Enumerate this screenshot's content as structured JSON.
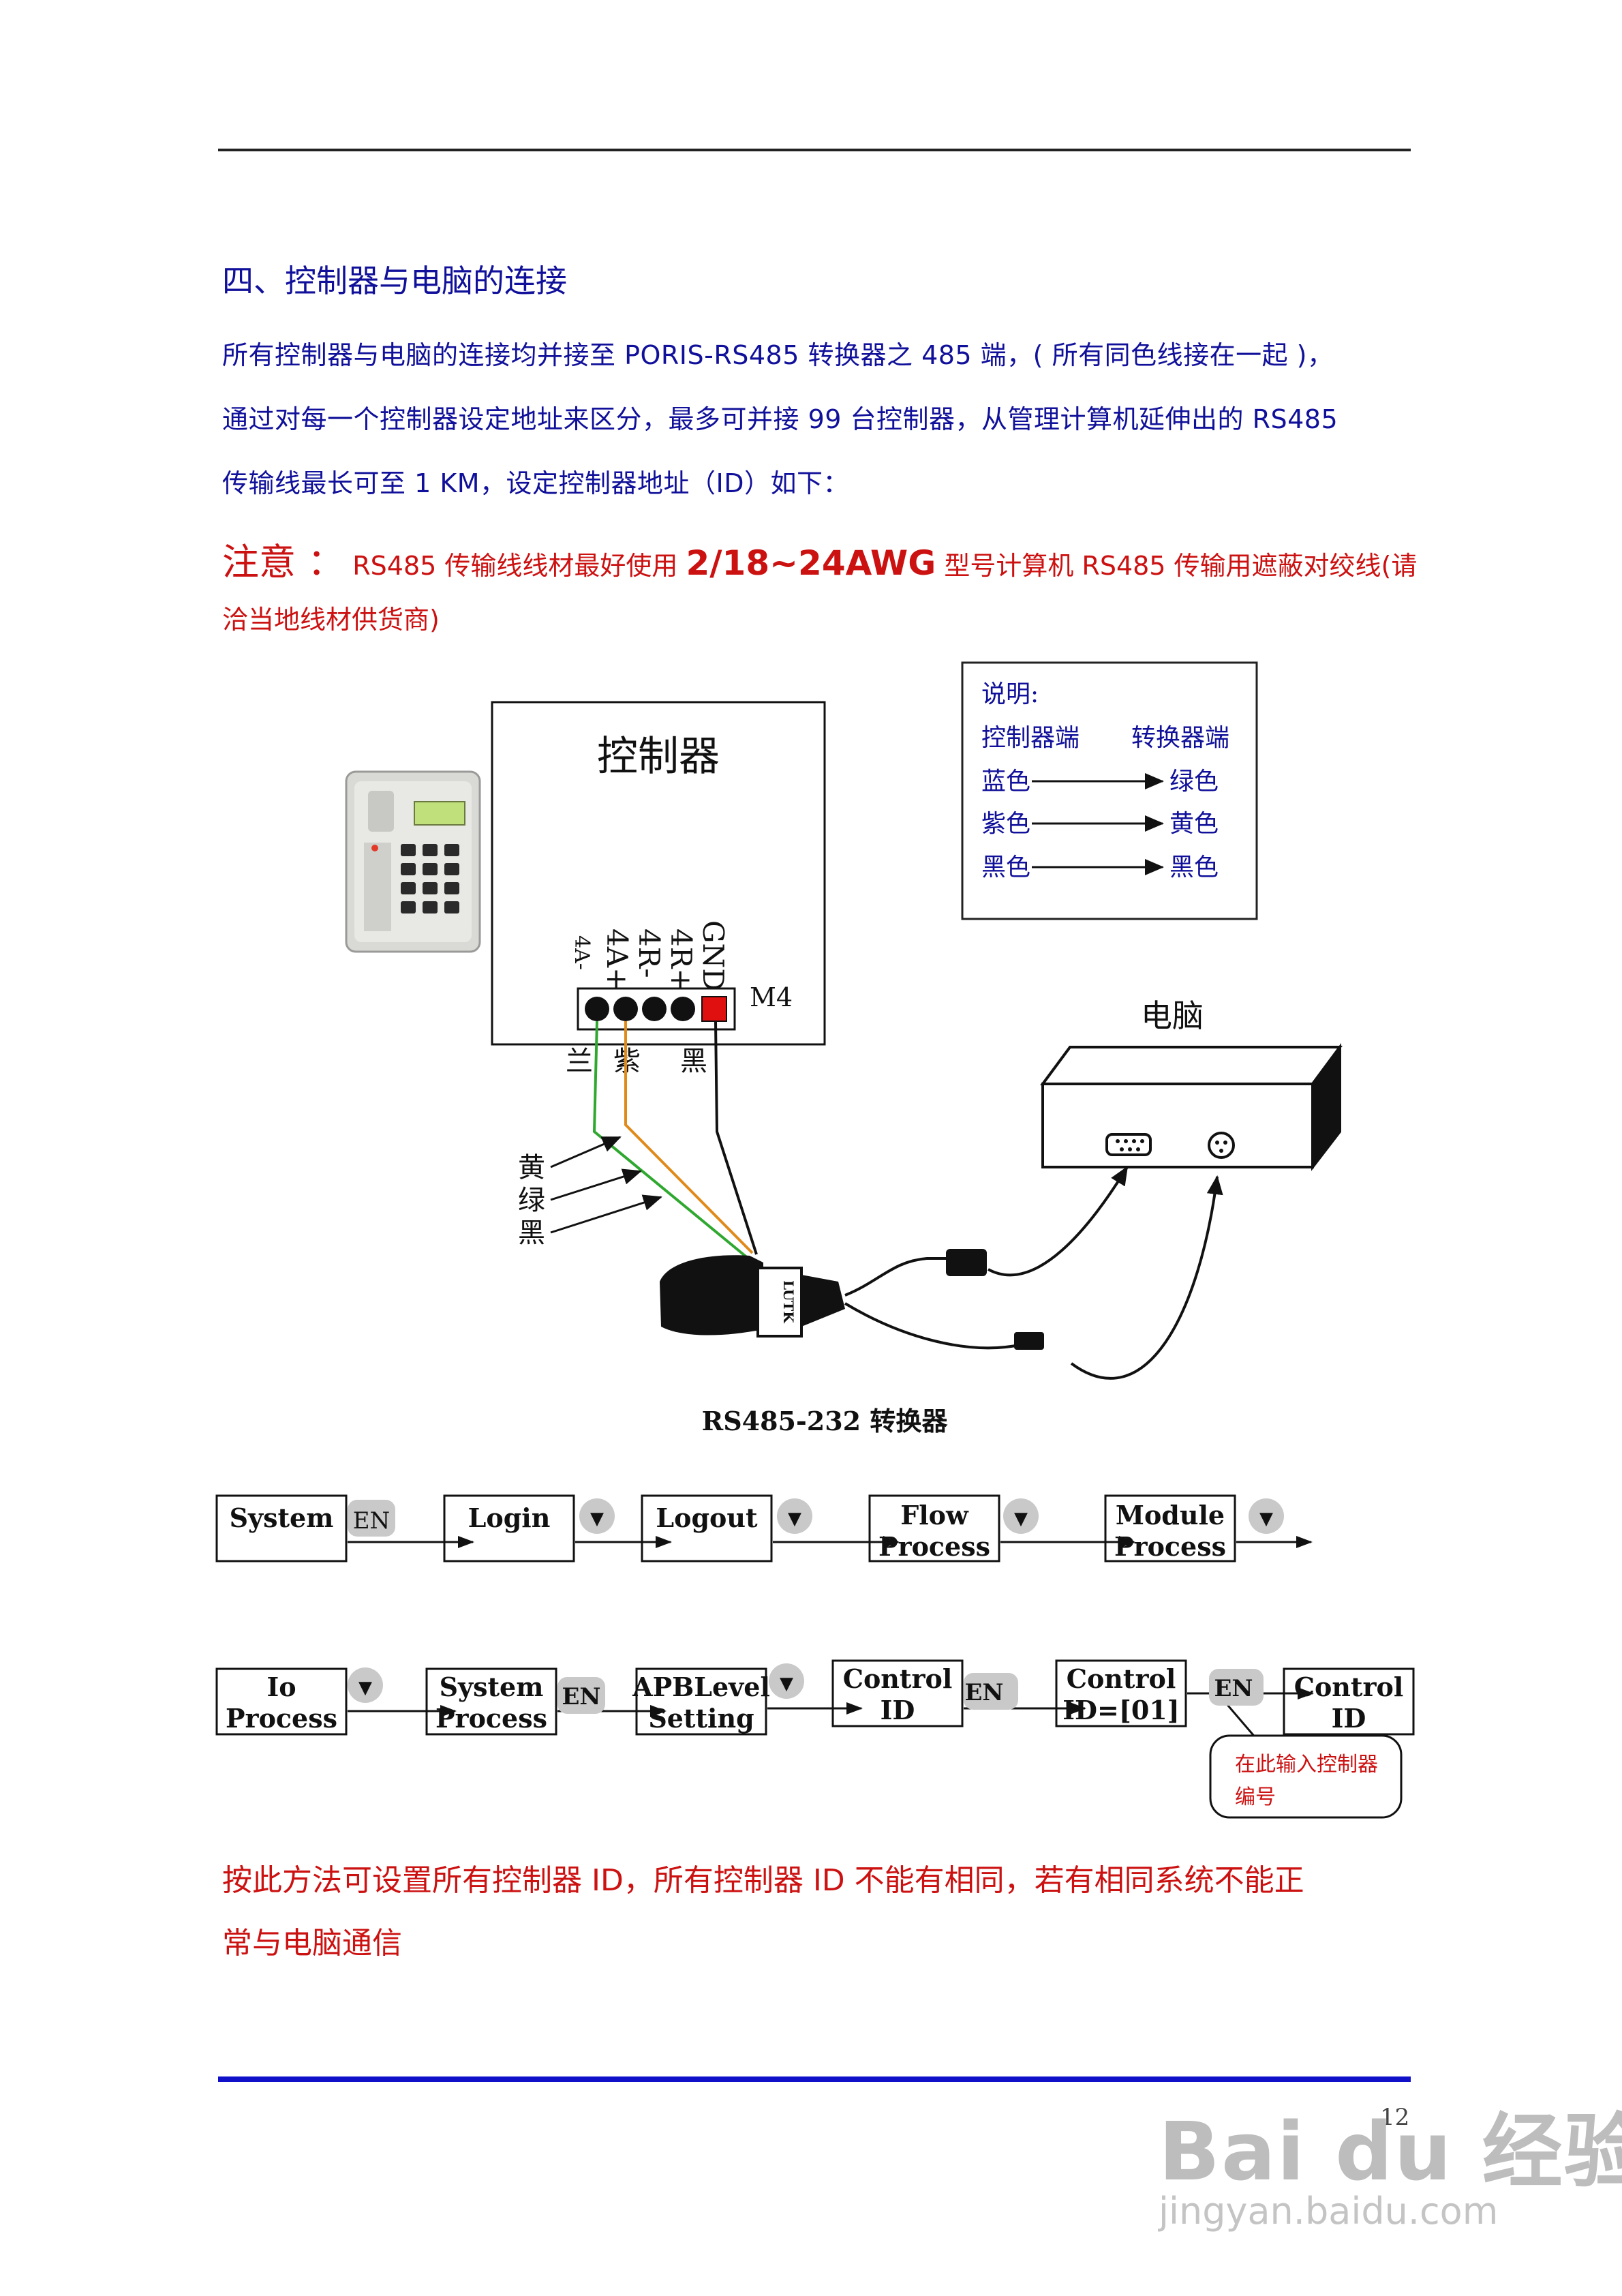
{
  "heading": "四、控制器与电脑的连接",
  "paragraph": [
    "所有控制器与电脑的连接均并接至 PORIS-RS485 转换器之 485 端，( 所有同色线接在一起 )，",
    "通过对每一个控制器设定地址来区分，最多可并接 99 台控制器，从管理计算机延伸出的 RS485",
    "传输线最长可至 1 KM，设定控制器地址（ID）如下："
  ],
  "note": {
    "label": "注意 ：",
    "text_a": "RS485 传输线线材最好使用",
    "awg": "2/18~24AWG",
    "text_b": "型号计算机 RS485 传输用遮蔽对绞线(请",
    "line2": "洽当地线材供货商)"
  },
  "wiring": {
    "controller_title": "控制器",
    "terminals": [
      "GND",
      "4R+",
      "4R-",
      "4A+",
      "4A-"
    ],
    "terminal_block": "M4",
    "controller_wire_labels": [
      "兰",
      "紫",
      "黑"
    ],
    "converter_wire_labels": [
      "黄",
      "绿",
      "黑"
    ],
    "converter_caption": "RS485-232 转换器",
    "converter_body_label": "LUTK",
    "computer_label": "电脑",
    "wire_colors": {
      "green": "#2fa82f",
      "orange": "#e08a1a",
      "black": "#111111",
      "red_terminal": "#e01010"
    }
  },
  "legend": {
    "title": "说明:",
    "col_left": "控制器端",
    "col_right": "转换器端",
    "rows": [
      {
        "from": "蓝色",
        "to": "绿色"
      },
      {
        "from": "紫色",
        "to": "黄色"
      },
      {
        "from": "黑色",
        "to": "黑色"
      }
    ]
  },
  "flow": {
    "row1": [
      {
        "label": [
          "System"
        ],
        "key": "EN"
      },
      {
        "label": [
          "Login"
        ],
        "key": "▼"
      },
      {
        "label": [
          "Logout"
        ],
        "key": "▼"
      },
      {
        "label": [
          "Flow",
          "Process"
        ],
        "key": "▼"
      },
      {
        "label": [
          "Module",
          "Process"
        ],
        "key": "▼"
      }
    ],
    "row2": [
      {
        "label": [
          "Io",
          "Process"
        ],
        "key": "▼"
      },
      {
        "label": [
          "System",
          "Process"
        ],
        "key": "EN"
      },
      {
        "label": [
          "APBLevel",
          "Setting"
        ],
        "key": "▼"
      },
      {
        "label": [
          "Control",
          "ID"
        ],
        "key": "EN"
      },
      {
        "label": [
          "Control",
          "ID=[01]"
        ],
        "key": "EN"
      },
      {
        "label": [
          "Control",
          "ID"
        ]
      }
    ],
    "callout": [
      "在此输入控制器",
      "编号"
    ]
  },
  "footer_note": [
    "按此方法可设置所有控制器 ID，所有控制器 ID 不能有相同，若有相同系统不能正",
    "常与电脑通信"
  ],
  "page_number": "12",
  "watermark": {
    "brand": "Bai du 经验",
    "url": "jingyan.baidu.com"
  }
}
